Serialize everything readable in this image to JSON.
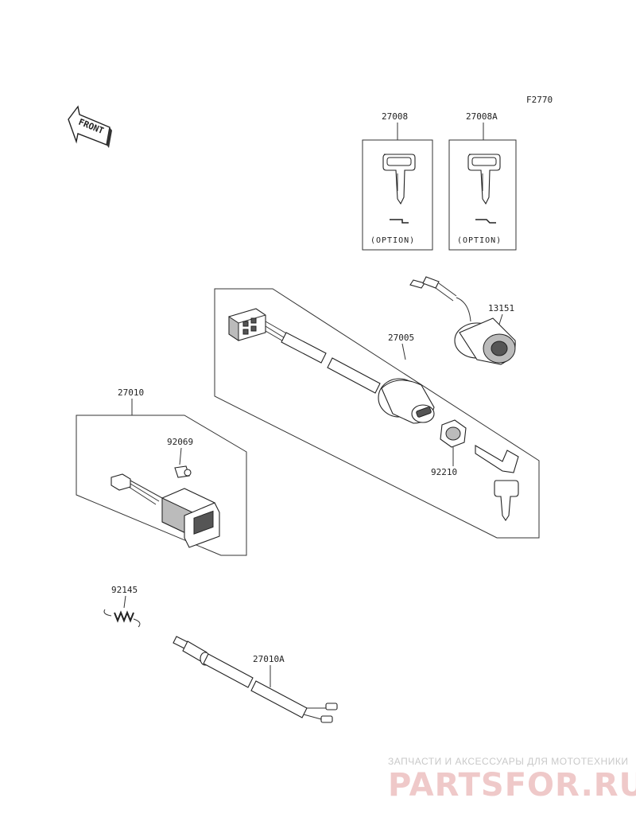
{
  "figure_code": "F2770",
  "front_label": "FRONT",
  "parts": {
    "p27008": "27008",
    "p27008a": "27008A",
    "p13151": "13151",
    "p27005": "27005",
    "p27010": "27010",
    "p92069": "92069",
    "p92210": "92210",
    "p92145": "92145",
    "p27010a": "27010A"
  },
  "option_label": "(OPTION)",
  "watermark": {
    "line1": "ЗАПЧАСТИ И АКСЕССУАРЫ ДЛЯ МОТОТЕХНИКИ",
    "logo": "PARTSFOR.RU"
  }
}
